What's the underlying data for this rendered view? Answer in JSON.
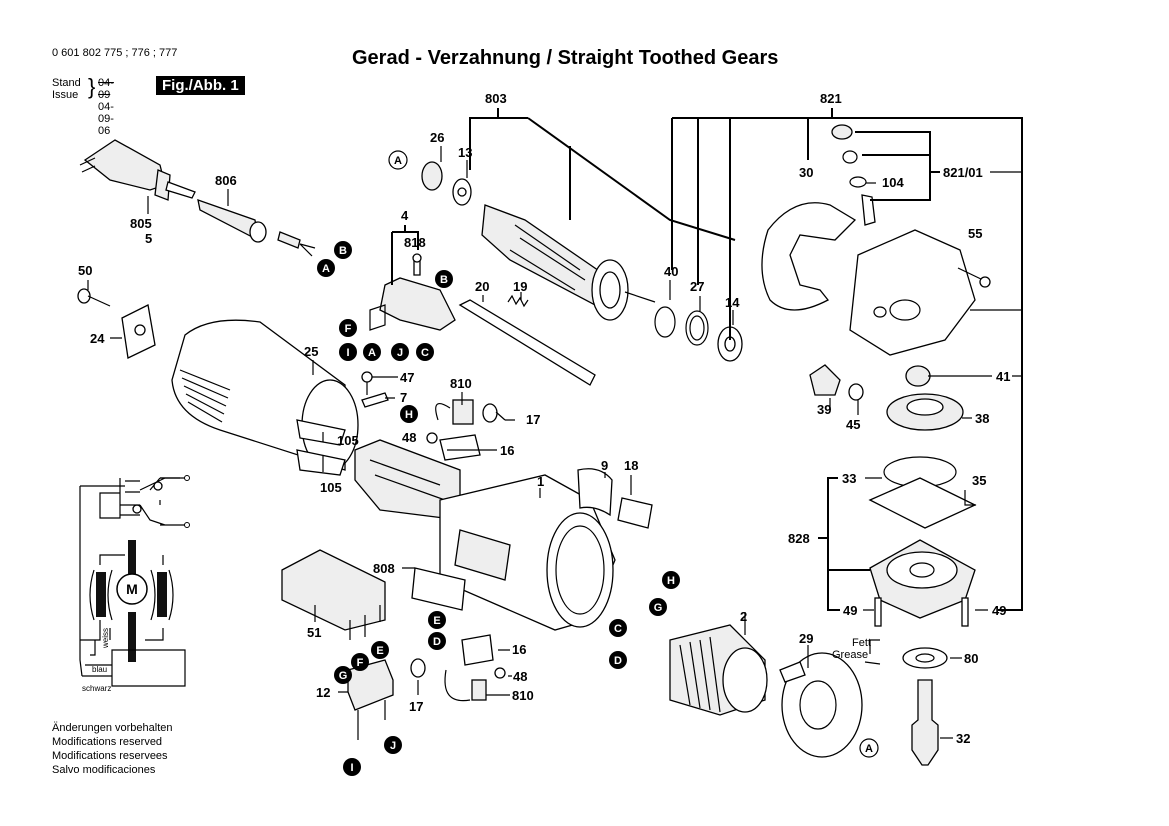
{
  "header": {
    "part_numbers": "0 601 802 775 ; 776 ; 777",
    "title": "Gerad - Verzahnung / Straight Toothed Gears",
    "stand_label": "Stand",
    "issue_label": "Issue",
    "stand_date_old": "04-09",
    "issue_date": "04-09-06",
    "figure_label": "Fig./Abb. 1"
  },
  "footer_notes": [
    "Änderungen vorbehalten",
    "Modifications reserved",
    "Modifications reservees",
    "Salvo modificaciones"
  ],
  "wiring": {
    "motor_label": "M",
    "wire_weiss": "weiss",
    "wire_blau": "blau",
    "wire_schwarz": "schwarz"
  },
  "part_labels": {
    "p803": "803",
    "p821": "821",
    "p821_01": "821/01",
    "p104": "104",
    "p26": "26",
    "p13": "13",
    "p806": "806",
    "p805": "805",
    "p5": "5",
    "p4": "4",
    "p818": "818",
    "p30": "30",
    "p55": "55",
    "p50": "50",
    "p20": "20",
    "p19": "19",
    "p40": "40",
    "p27": "27",
    "p14": "14",
    "p24": "24",
    "p25": "25",
    "p47": "47",
    "p7": "7",
    "p810a": "810",
    "p17a": "17",
    "p48a": "48",
    "p16a": "16",
    "p105a": "105",
    "p105b": "105",
    "p41": "41",
    "p39": "39",
    "p45": "45",
    "p38": "38",
    "p1": "1",
    "p9": "9",
    "p18": "18",
    "p33": "33",
    "p35": "35",
    "p828": "828",
    "p808": "808",
    "p51": "51",
    "p16b": "16",
    "p48b": "48",
    "p810b": "810",
    "p17b": "17",
    "p12": "12",
    "p2": "2",
    "p29": "29",
    "p49a": "49",
    "p49b": "49",
    "p80": "80",
    "p32": "32"
  },
  "grease_note": {
    "de": "Fett",
    "en": "Grease"
  },
  "connector_markers": {
    "plug_B": "B",
    "plug_A": "A",
    "brush_B": "B",
    "brush_F": "F",
    "brush_I": "I",
    "brush_A": "A",
    "brush_J": "J",
    "brush_C": "C",
    "holder_H": "H",
    "field_H": "H",
    "field_G": "G",
    "field_C": "C",
    "field_D": "D",
    "sw_E": "E",
    "sw_D": "D",
    "sup_G": "G",
    "sup_F": "F",
    "sup_E": "E",
    "cap_I": "I",
    "cap_J": "J",
    "ref_A_top": "A",
    "ref_A_bottom": "A"
  }
}
